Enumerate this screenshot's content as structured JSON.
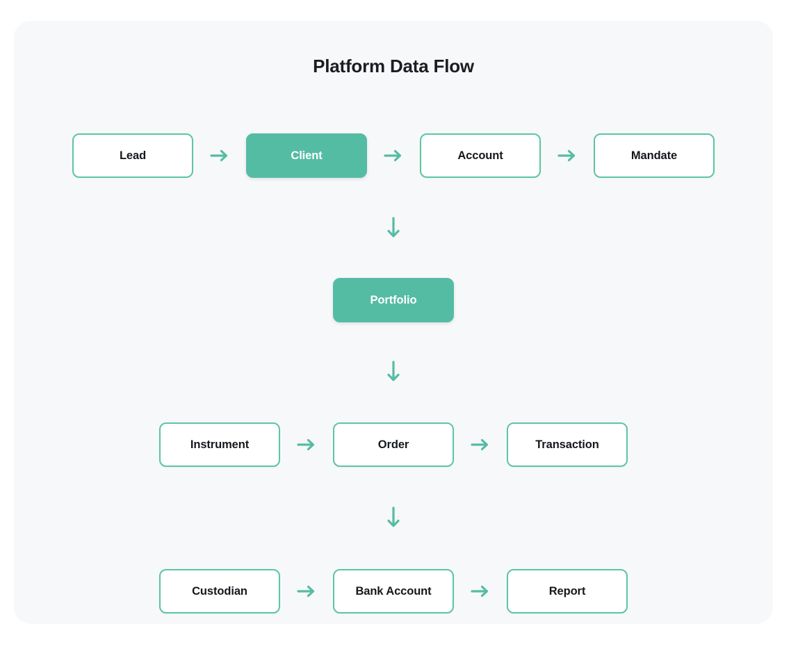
{
  "card": {
    "title": "Platform Data Flow",
    "background_color": "#f7f8fa",
    "accent_color": "#55bca4",
    "border_color": "#5cc5a2",
    "label_color": "#15181c"
  },
  "flow": {
    "rows": [
      {
        "name": "entities",
        "nodes": [
          {
            "label": "Lead",
            "style": "outlined"
          },
          {
            "label": "Client",
            "style": "filled"
          },
          {
            "label": "Account",
            "style": "outlined"
          },
          {
            "label": "Mandate",
            "style": "outlined"
          }
        ]
      },
      {
        "name": "portfolio",
        "nodes": [
          {
            "label": "Portfolio",
            "style": "filled"
          }
        ]
      },
      {
        "name": "trading",
        "nodes": [
          {
            "label": "Instrument",
            "style": "outlined"
          },
          {
            "label": "Order",
            "style": "outlined"
          },
          {
            "label": "Transaction",
            "style": "outlined"
          }
        ]
      },
      {
        "name": "settlement",
        "nodes": [
          {
            "label": "Custodian",
            "style": "outlined"
          },
          {
            "label": "Bank Account",
            "style": "outlined"
          },
          {
            "label": "Report",
            "style": "outlined"
          }
        ]
      }
    ],
    "horizontal_connector": "arrow-right-icon",
    "vertical_connector": "arrow-down-icon"
  }
}
